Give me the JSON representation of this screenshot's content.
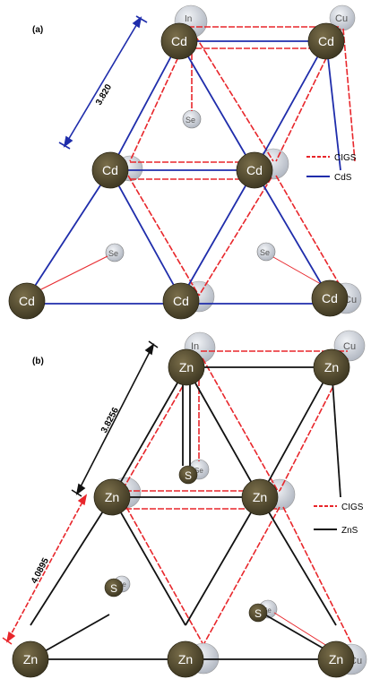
{
  "panel_a": {
    "label": "(a)",
    "dimension": "3.820",
    "legend": [
      {
        "text": "CIGS",
        "color": "#e8262b",
        "style": "dashed"
      },
      {
        "text": "CdS",
        "color": "#1f2dab",
        "style": "solid"
      }
    ],
    "atoms": {
      "large": "Cd",
      "substrate": [
        "In",
        "Cu",
        "Se",
        "Cu",
        "Se",
        "Se"
      ]
    }
  },
  "panel_b": {
    "label": "(b)",
    "dimensions": [
      "3.8256",
      "4.0895"
    ],
    "legend": [
      {
        "text": "CIGS",
        "color": "#e8262b",
        "style": "dashed"
      },
      {
        "text": "ZnS",
        "color": "#111111",
        "style": "solid"
      }
    ],
    "atoms": {
      "large": "Zn",
      "small": "S",
      "substrate": [
        "In",
        "Cu",
        "Se",
        "Se",
        "Se",
        "Cu"
      ]
    }
  },
  "colors": {
    "atom_fill": "#4a4328",
    "gray_atom": "#c9ced6",
    "cigs": "#e8262b",
    "cds": "#1f2dab",
    "zns": "#111111"
  }
}
